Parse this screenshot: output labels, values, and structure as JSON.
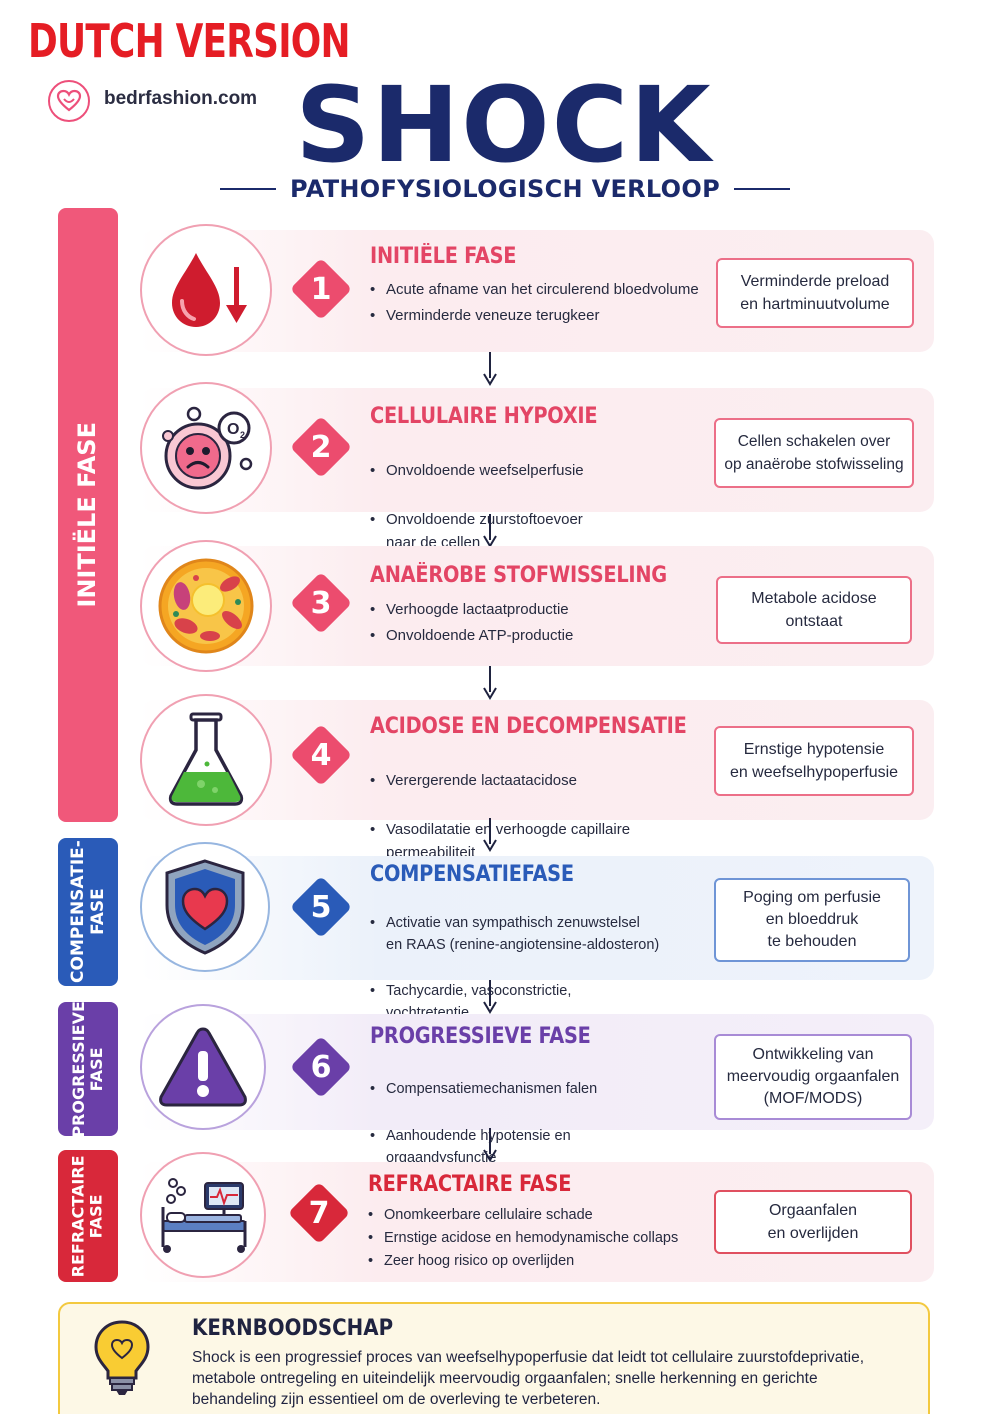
{
  "banner": "DUTCH VERSION",
  "logo_text": "bedrfashion.com",
  "title": "SHOCK",
  "subtitle": "PATHOFYSIOLOGISCH VERLOOP",
  "side_labels": {
    "initial": "INITIËLE FASE",
    "compensation": "COMPENSATIE-\nFASE",
    "progressive": "PROGRESSIEVE\nFASE",
    "refractory": "REFRACTAIRE\nFASE"
  },
  "phases": [
    {
      "number": "1",
      "title": "INITIËLE FASE",
      "icon": "blood-drop-down-icon",
      "bullets": [
        "Acute afname van het circulerend bloedvolume",
        "Verminderde veneuze terugkeer"
      ],
      "result": "Verminderde preload\nen hartminuutvolume"
    },
    {
      "number": "2",
      "title": "CELLULAIRE HYPOXIE",
      "icon": "sad-cell-oxygen-icon",
      "bullets": [
        "Onvoldoende weefselperfusie",
        "Onvoldoende zuurstoftoevoer\nnaar de cellen"
      ],
      "result": "Cellen schakelen over\nop anaërobe stofwisseling"
    },
    {
      "number": "3",
      "title": "ANAËROBE STOFWISSELING",
      "icon": "cell-icon",
      "bullets": [
        "Verhoogde lactaatproductie",
        "Onvoldoende ATP-productie"
      ],
      "result": "Metabole acidose\nontstaat"
    },
    {
      "number": "4",
      "title": "ACIDOSE EN DECOMPENSATIE",
      "icon": "flask-icon",
      "bullets": [
        "Verergerende lactaatacidose",
        "Vasodilatatie en verhoogde capillaire\npermeabiliteit"
      ],
      "result": "Ernstige hypotensie\nen weefselhypoperfusie"
    },
    {
      "number": "5",
      "title": "COMPENSATIEFASE",
      "icon": "shield-heart-icon",
      "bullets": [
        "Activatie van sympathisch zenuwstelsel\nen RAAS (renine-angiotensine-aldosteron)",
        "Tachycardie, vasoconstrictie,\nvochtretentie"
      ],
      "result": "Poging om perfusie\nen bloeddruk\nte behouden"
    },
    {
      "number": "6",
      "title": "PROGRESSIEVE FASE",
      "icon": "warning-triangle-icon",
      "bullets": [
        "Compensatiemechanismen falen",
        "Aanhoudende hypotensie en\norgaandysfunctie"
      ],
      "result": "Ontwikkeling van\nmeervoudig orgaanfalen\n(MOF/MODS)"
    },
    {
      "number": "7",
      "title": "REFRACTAIRE FASE",
      "icon": "hospital-bed-monitor-icon",
      "bullets": [
        "Onomkeerbare cellulaire schade",
        "Ernstige acidose en hemodynamische collaps",
        "Zeer hoog risico op overlijden"
      ],
      "result": "Orgaanfalen\nen overlijden"
    }
  ],
  "key_message": {
    "title": "KERNBOODSCHAP",
    "text": "Shock is een progressief proces van weefselhypoperfusie dat leidt tot cellulaire zuurstofdeprivatie, metabole ontregeling en uiteindelijk meervoudig orgaanfalen; snelle herkenning en gerichte behandeling zijn essentieel om de overleving te verbeteren."
  },
  "colors": {
    "banner": "#e51d24",
    "title": "#1b2a6b",
    "pink": "#ec4c6e",
    "pink_bar": "#f0587a",
    "blue": "#2a5bb8",
    "purple": "#6a3fa8",
    "red": "#d8283a"
  }
}
